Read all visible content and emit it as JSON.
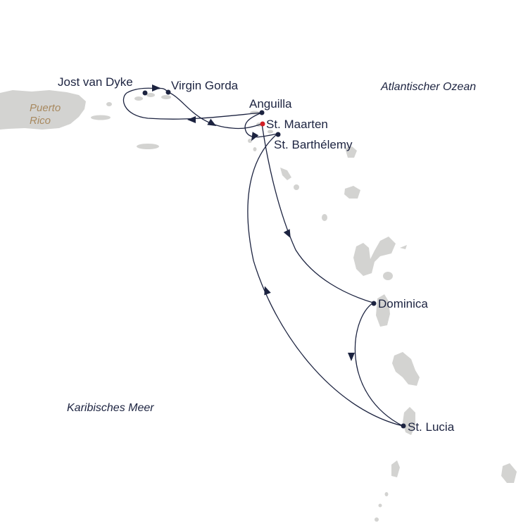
{
  "map": {
    "seas": {
      "atlantic": "Atlantischer Ozean",
      "caribbean": "Karibisches Meer"
    },
    "country_label_lines": [
      "Puerto",
      "Rico"
    ],
    "ports": {
      "jost_van_dyke": "Jost van Dyke",
      "virgin_gorda": "Virgin Gorda",
      "anguilla": "Anguilla",
      "st_maarten": "St. Maarten",
      "st_barthelemy": "St. Barthélemy",
      "dominica": "Dominica",
      "st_lucia": "St. Lucia"
    },
    "home_port": "St. Maarten",
    "colors": {
      "route": "#1c2340",
      "land": "#d3d3d1",
      "home_port_marker": "#d21f26",
      "country_label": "#a8895f"
    }
  }
}
